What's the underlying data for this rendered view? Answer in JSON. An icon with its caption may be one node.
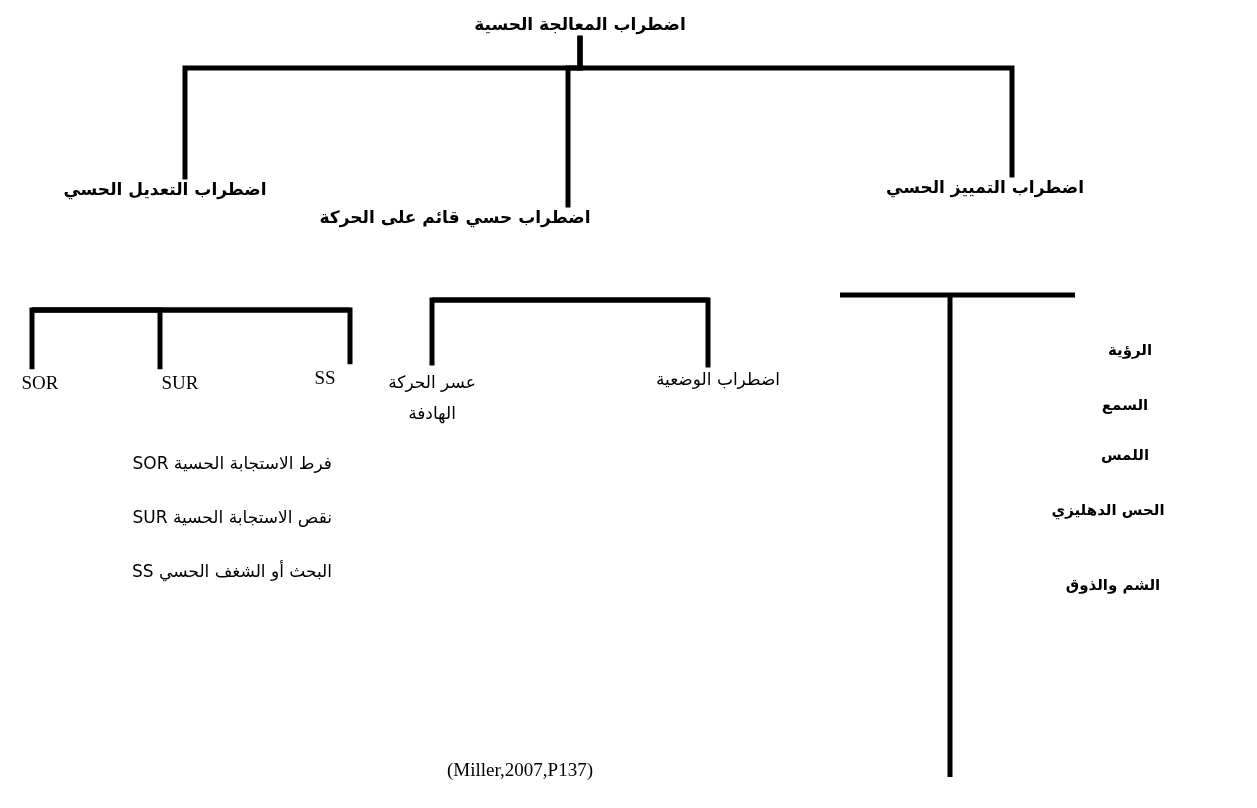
{
  "diagram": {
    "caption": "(Miller,2007,P137)",
    "nodes": [
      {
        "text": [
          "اضطراب المعالجة الحسية"
        ]
      },
      {
        "text": [
          "اضطراب التمييز الحسي"
        ]
      },
      {
        "text": [
          "اضطراب حسي قائم على الحركة"
        ]
      },
      {
        "text": [
          "اضطراب التعديل الحسي"
        ]
      },
      {
        "text": [
          "اضطراب الوضعية"
        ]
      },
      {
        "text": [
          "عسر الحركة الهادفة"
        ]
      },
      {
        "text": [
          "SS"
        ]
      },
      {
        "text": [
          "SUR"
        ]
      },
      {
        "text": [
          "SOR"
        ]
      }
    ],
    "edges": [
      {
        "from": 0,
        "to": 1,
        "arrow": "none"
      },
      {
        "from": 0,
        "to": 2,
        "arrow": "none"
      },
      {
        "from": 0,
        "to": 3,
        "arrow": "none"
      },
      {
        "from": null,
        "to": 4,
        "arrow": "none"
      },
      {
        "from": null,
        "to": 5,
        "arrow": "none"
      },
      {
        "from": null,
        "to": 6,
        "arrow": "none"
      },
      {
        "from": null,
        "to": 7,
        "arrow": "none"
      },
      {
        "from": null,
        "to": 8,
        "arrow": "none"
      }
    ],
    "labels": [
      "الرؤية",
      "السمع",
      "اللمس",
      "الحس الدهليزي",
      "الشم والذوق",
      "فرط الاستجابة الحسية SOR",
      "نقص الاستجابة الحسية SUR",
      "البحث أو الشغف الحسي SS"
    ]
  }
}
